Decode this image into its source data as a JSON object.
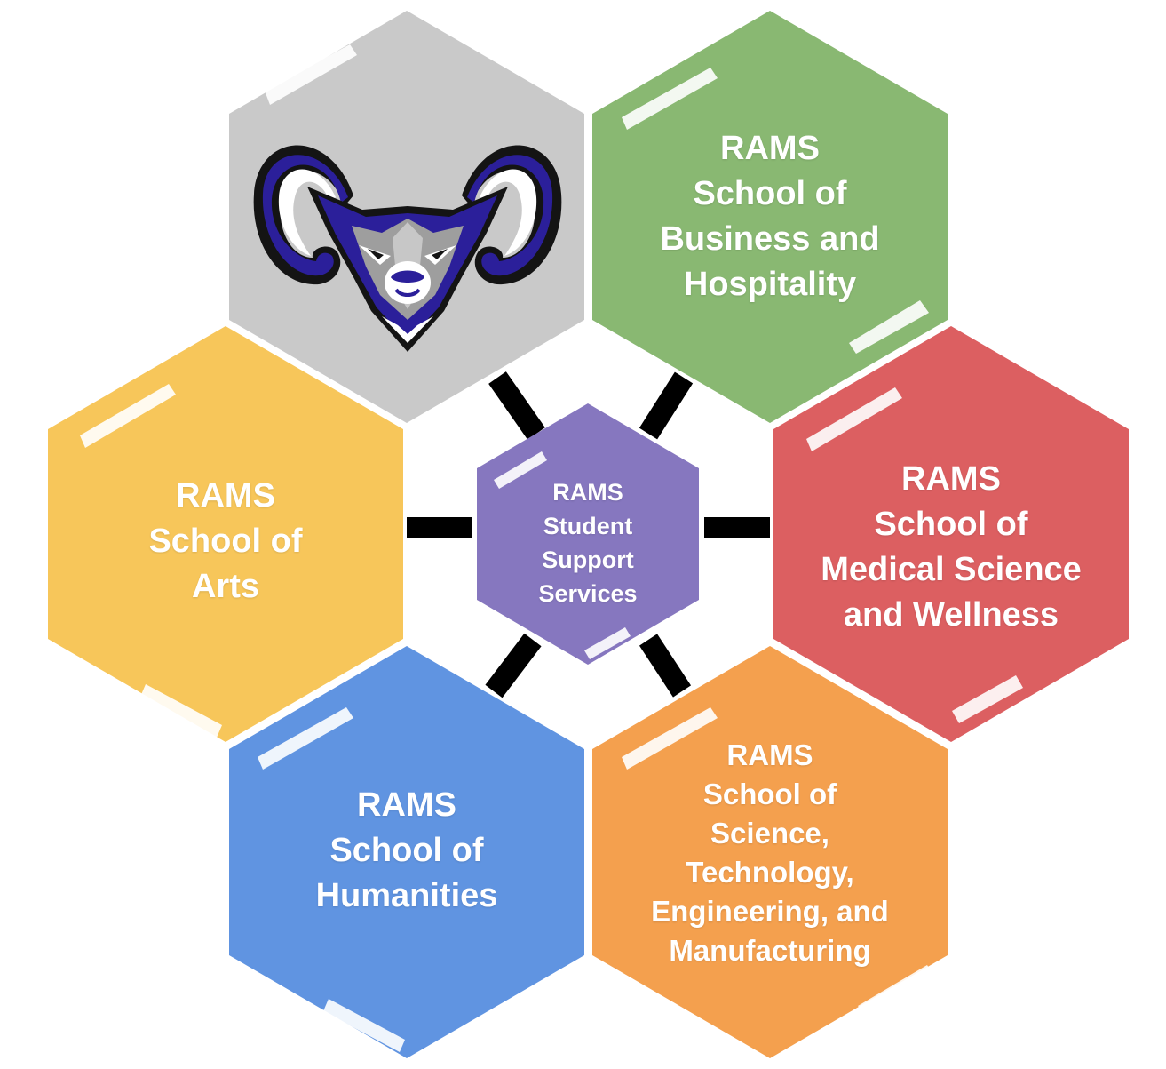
{
  "diagram": {
    "center": {
      "lines": [
        "RAMS",
        "Student",
        "Support",
        "Services"
      ],
      "color": "#8677bf"
    },
    "hexagons": [
      {
        "id": "logo",
        "kind": "logo",
        "color": "#c9c9c9",
        "logo_icon": "ram-head-icon",
        "logo_colors": [
          "#2b1f9a",
          "#9a9a9a"
        ]
      },
      {
        "id": "business",
        "lines": [
          "RAMS",
          "School of",
          "Business and",
          "Hospitality"
        ],
        "color": "#89b872"
      },
      {
        "id": "arts",
        "lines": [
          "RAMS",
          "School of",
          "Arts"
        ],
        "color": "#f7c65a"
      },
      {
        "id": "medical",
        "lines": [
          "RAMS",
          "School of",
          "Medical Science",
          "and Wellness"
        ],
        "color": "#dc5f61"
      },
      {
        "id": "humanities",
        "lines": [
          "RAMS",
          "School of",
          "Humanities"
        ],
        "color": "#6094e1"
      },
      {
        "id": "stem",
        "lines": [
          "RAMS",
          "School of",
          "Science,",
          "Technology,",
          "Engineering, and",
          "Manufacturing"
        ],
        "color": "#f4a04e"
      }
    ],
    "connector_color": "#000000"
  }
}
